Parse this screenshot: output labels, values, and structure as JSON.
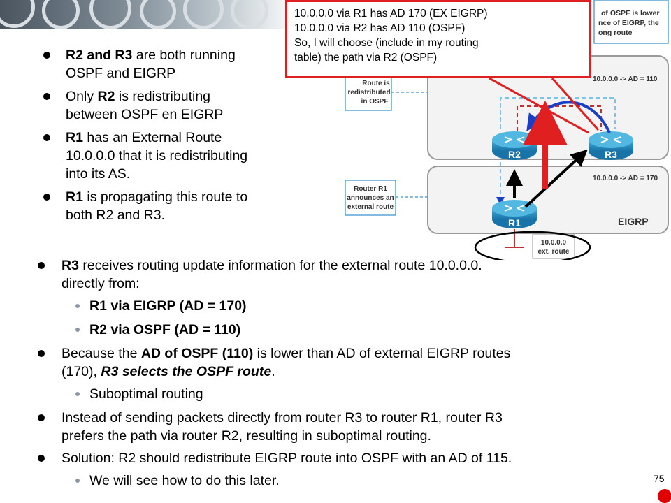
{
  "callout": {
    "line1": "10.0.0.0 via R1 has AD 170 (EX EIGRP)",
    "line2": "10.0.0.0 via R2 has AD 110 (OSPF)",
    "line3": "So, I will choose (include in my routing",
    "line4": "table) the path via R2 (OSPF)"
  },
  "top_bullets": {
    "b1": {
      "bold": "R2 and R3",
      "text1": " are both running",
      "text2": "OSPF and EIGRP"
    },
    "b2": {
      "text": "Only ",
      "bold": "R2",
      "text1": " is redistributing",
      "text2": "between OSPF en EIGRP"
    },
    "b3": {
      "bold": "R1",
      "text1": " has an External Route",
      "text2": "10.0.0.0 that it is redistributing",
      "text3": "into its AS."
    },
    "b4": {
      "bold": "R1",
      "text1": " is propagating this route to",
      "text2": "both R2 and R3."
    }
  },
  "main_bullets": {
    "m1": {
      "bold": "R3",
      "text1": " receives routing update information for the external route 10.0.0.0.",
      "text2": "directly from:"
    },
    "s1": "R1 via EIGRP (AD = 170)",
    "s2": "R2 via OSPF (AD = 110)",
    "m2": {
      "t1": "Because the ",
      "b1": "AD of OSPF (110)",
      "t2": " is lower than AD of external EIGRP routes",
      "t3": "(170), ",
      "b2": "R3 selects the OSPF route",
      "t4": "."
    },
    "s3": "Suboptimal routing",
    "m3": {
      "text1": "Instead of sending packets directly from router R3 to router R1, router R3",
      "text2": "prefers the path via router R2, resulting in suboptimal routing."
    },
    "m4": "Solution: R2 should redistribute EIGRP route into OSPF with an AD of 115.",
    "s4": "We will see how to do this later."
  },
  "diagram": {
    "note_top": [
      "of OSPF is lower",
      "nce of EIGRP, the",
      "ong route"
    ],
    "note_redistributed": [
      "Route is",
      "redistributed",
      "in OSPF"
    ],
    "note_router_r1": [
      "Router R1",
      "announces an",
      "external route"
    ],
    "ad_r3_ospf": "10.0.0.0 -> AD = 110",
    "ad_r3_eigrp": "10.0.0.0 -> AD = 170",
    "eigrp_label": "EIGRP",
    "router_r1": "R1",
    "router_r2": "R2",
    "router_r3": "R3",
    "ext_route_1": "10.0.0.0",
    "ext_route_2": "ext. route"
  },
  "page_number": "75",
  "colors": {
    "callout_border": "#e02020",
    "arrow_red": "#e02020",
    "arrow_blue": "#1b3fc4",
    "router": "#1e8fc0"
  }
}
